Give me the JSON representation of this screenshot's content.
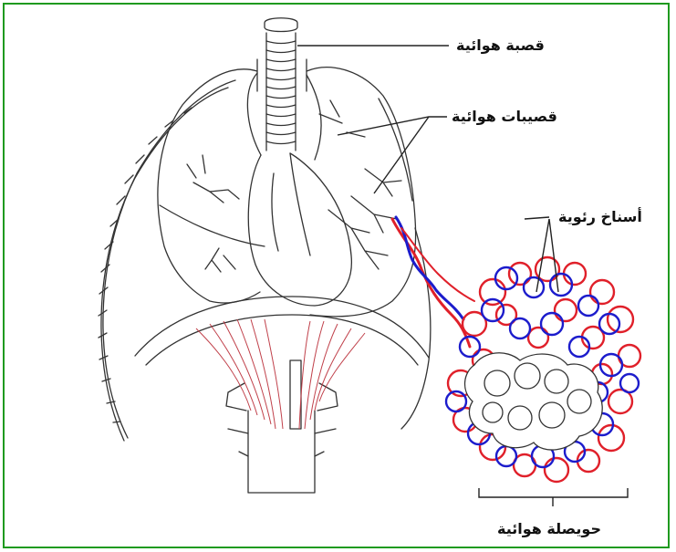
{
  "labels": {
    "trachea": "قصبة هوائية",
    "bronchioles": "قصيبات هوائية",
    "capillaries": "أسناخ رئوية",
    "alveolus": "حويصلة هوائية"
  },
  "colors": {
    "frame": "#1f9a1f",
    "artery": "#e0202a",
    "vein": "#1c1ccc",
    "outline": "#333333",
    "muscle": "#c0404a"
  }
}
